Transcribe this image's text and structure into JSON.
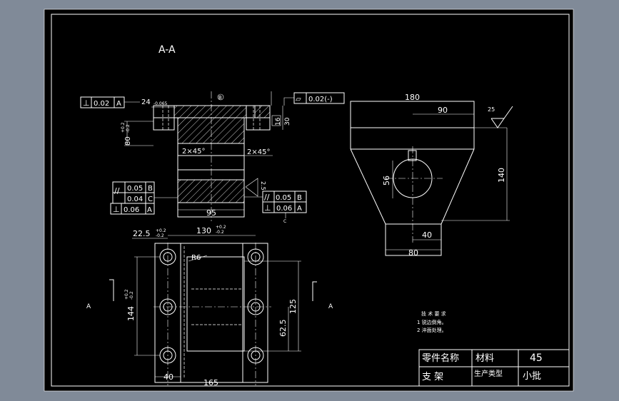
{
  "colors": {
    "outer_bg": "#808a98",
    "sheet_bg": "#000000",
    "line": "#ffffff"
  },
  "section_label": "A-A",
  "section_arrow_label": "A",
  "dims": {
    "width_24": "24",
    "tol_24": "-0.065",
    "height_80": "80",
    "tol_80_upper": "+0.2",
    "tol_80_lower": "-0.2",
    "chamfer_left": "2×45°",
    "chamfer_right": "2×45°",
    "rough_2_5": "2.5",
    "dim_95": "95",
    "dim_16": "16",
    "dim_30": "30",
    "dim_180": "180",
    "dim_90": "90",
    "dim_140": "140",
    "dim_56": "56",
    "dim_40_side": "40",
    "dim_80_side": "80",
    "rough_25": "25",
    "dim_22_5": "22.5",
    "tol_22_5_upper": "+0.2",
    "tol_22_5_lower": "-0.2",
    "dim_130": "130",
    "tol_130_upper": "+0.2",
    "tol_130_lower": "-0.2",
    "dim_r6": "R6",
    "dim_144": "144",
    "tol_144_upper": "+0.2",
    "tol_144_lower": "-0.2",
    "dim_125": "125",
    "dim_62_5": "62.5",
    "dim_40_plan": "40",
    "dim_165": "165"
  },
  "gdt": {
    "perp_top": {
      "symbol": "⊥",
      "value": "0.02",
      "datum": "A"
    },
    "flat_top": {
      "symbol": "▱",
      "value": "0.02(-)"
    },
    "left_par": {
      "symbol": "//",
      "value": "0.05",
      "datum": "B"
    },
    "left_mid": {
      "value": "0.04",
      "datum": "C"
    },
    "left_perp": {
      "symbol": "⊥",
      "value": "0.06",
      "datum": "A"
    },
    "right_par": {
      "symbol": "//",
      "value": "0.05",
      "datum": "B"
    },
    "right_perp": {
      "symbol": "⊥",
      "value": "0.06",
      "datum": "A"
    },
    "datum_circle": "B",
    "datum_small": "C"
  },
  "notes": {
    "title": "技 术 要 求",
    "line1": "1 锐边倒角。",
    "line2": "2 淬面处理。"
  },
  "title_block": {
    "part_name_label": "零件名称",
    "material_label": "材料",
    "material_value": "45",
    "part_name_value": "支 架",
    "production_type_label": "生产类型",
    "production_type_value": "小批"
  }
}
